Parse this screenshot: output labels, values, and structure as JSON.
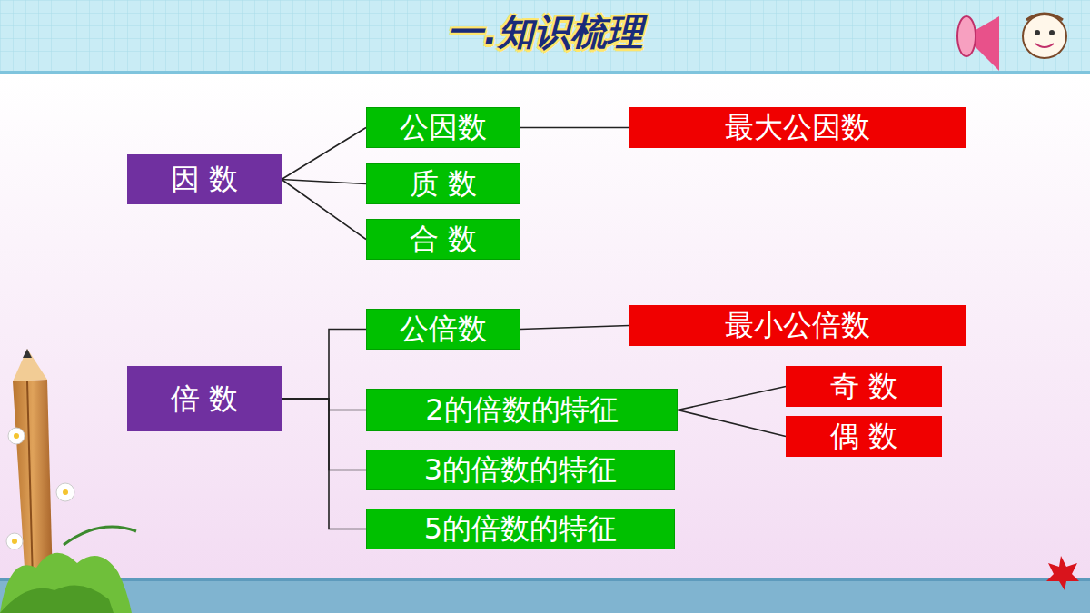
{
  "diagram": {
    "title": "一.知识梳理",
    "nodes": [
      {
        "text": [
          "因 数"
        ]
      },
      {
        "text": [
          "公因数"
        ]
      },
      {
        "text": [
          "最大公因数"
        ]
      },
      {
        "text": [
          "质 数"
        ]
      },
      {
        "text": [
          "合 数"
        ]
      },
      {
        "text": [
          "倍 数"
        ]
      },
      {
        "text": [
          "公倍数"
        ]
      },
      {
        "text": [
          "最小公倍数"
        ]
      },
      {
        "text": [
          "2的倍数的特征"
        ]
      },
      {
        "text": [
          "奇 数"
        ]
      },
      {
        "text": [
          "偶 数"
        ]
      },
      {
        "text": [
          "3的倍数的特征"
        ]
      },
      {
        "text": [
          "5的倍数的特征"
        ]
      }
    ],
    "edges": [
      {
        "from": 0,
        "to": 1,
        "arrow": "none"
      },
      {
        "from": 0,
        "to": 3,
        "arrow": "none"
      },
      {
        "from": 0,
        "to": 4,
        "arrow": "none"
      },
      {
        "from": 1,
        "to": 2,
        "arrow": "none"
      },
      {
        "from": 5,
        "to": 6,
        "arrow": "none"
      },
      {
        "from": 5,
        "to": 8,
        "arrow": "none"
      },
      {
        "from": 5,
        "to": 11,
        "arrow": "none"
      },
      {
        "from": 5,
        "to": 12,
        "arrow": "none"
      },
      {
        "from": 6,
        "to": 7,
        "arrow": "none"
      },
      {
        "from": 8,
        "to": 9,
        "arrow": "none"
      },
      {
        "from": 8,
        "to": 10,
        "arrow": "none"
      }
    ]
  }
}
